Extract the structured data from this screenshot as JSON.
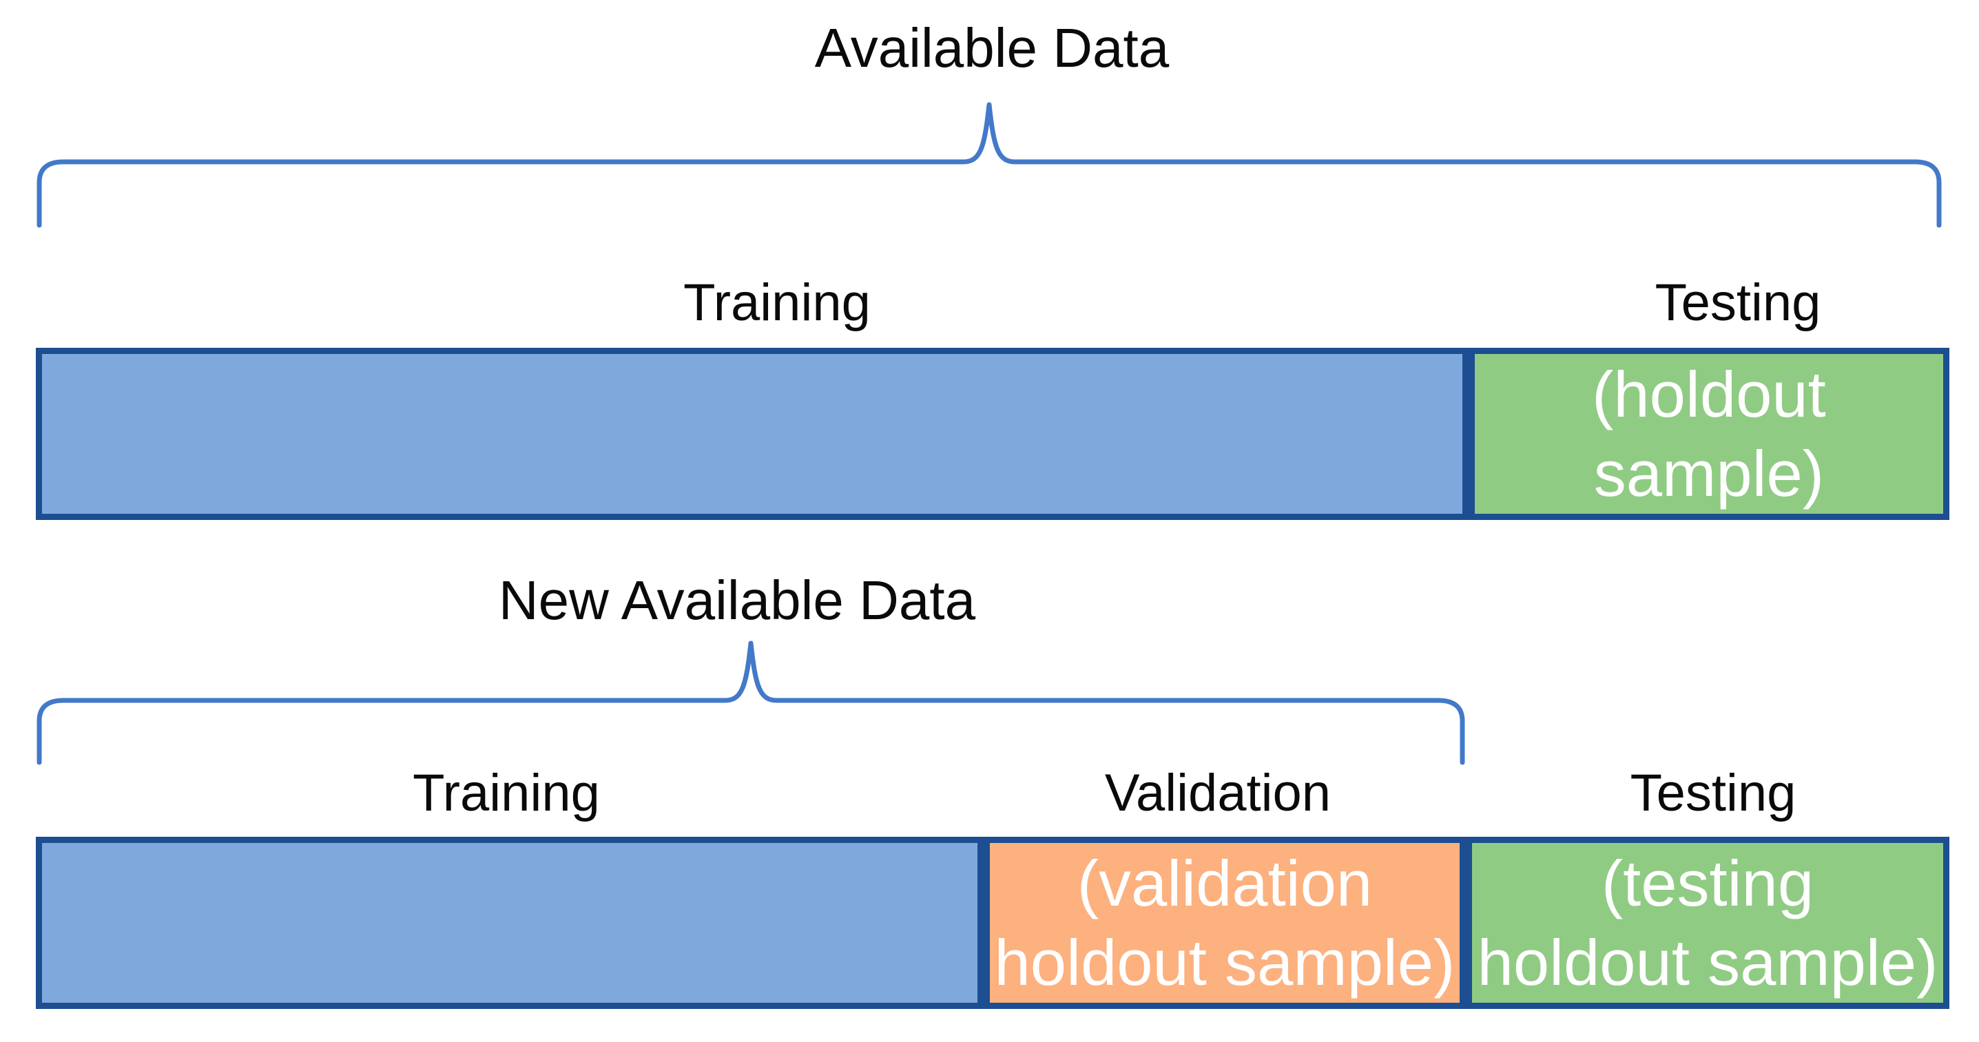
{
  "top": {
    "title": "Available Data",
    "training_label": "Training",
    "testing_label": "Testing",
    "testing_box_line1": "(holdout",
    "testing_box_line2": "sample)",
    "split_pct": {
      "training": 75,
      "testing": 25
    }
  },
  "bottom": {
    "title": "New Available Data",
    "training_label": "Training",
    "validation_label": "Validation",
    "testing_label": "Testing",
    "validation_box_line1": "(validation",
    "validation_box_line2": "holdout sample)",
    "testing_box_line1": "(testing",
    "testing_box_line2": "holdout sample)",
    "split_pct": {
      "training": 50,
      "validation": 25,
      "testing": 25
    }
  },
  "colors": {
    "training_fill": "#7FA9DC",
    "testing_fill": "#90CB84",
    "validation_fill": "#FCB17F",
    "bar_border": "#1C4E91",
    "brace_line": "#4379C8",
    "label_text": "#0A0A0A",
    "box_text": "#FFFFFF"
  }
}
